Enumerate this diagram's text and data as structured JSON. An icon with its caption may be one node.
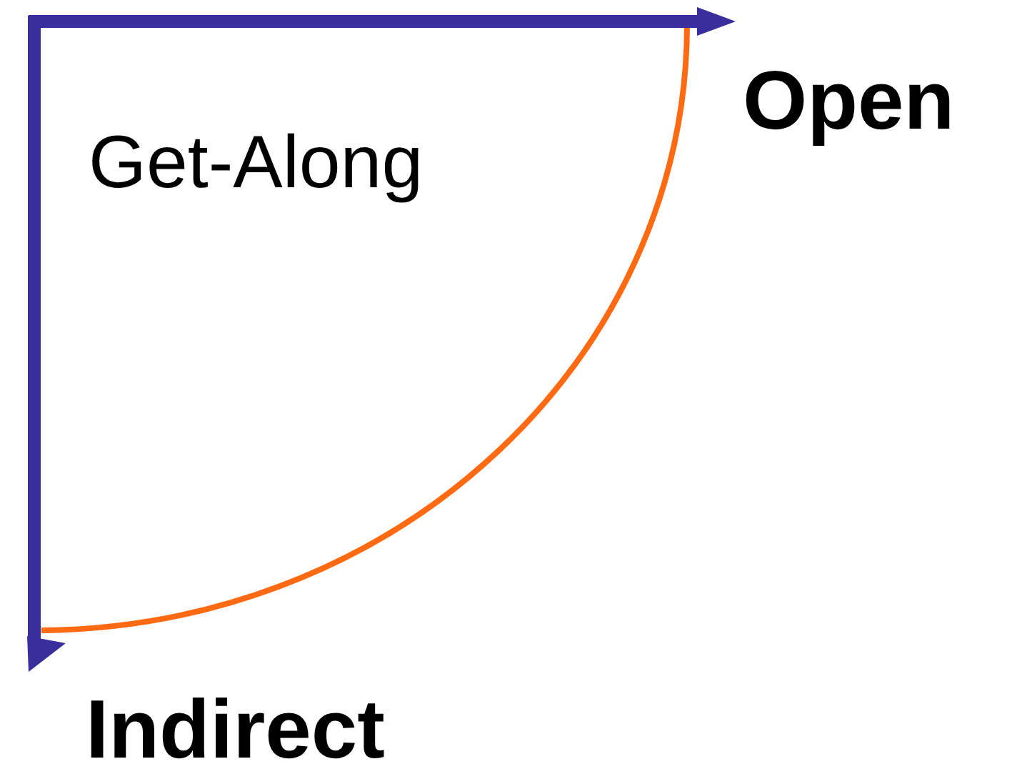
{
  "diagram": {
    "labels": [
      "Get-Along",
      "Open",
      "Indirect"
    ]
  }
}
